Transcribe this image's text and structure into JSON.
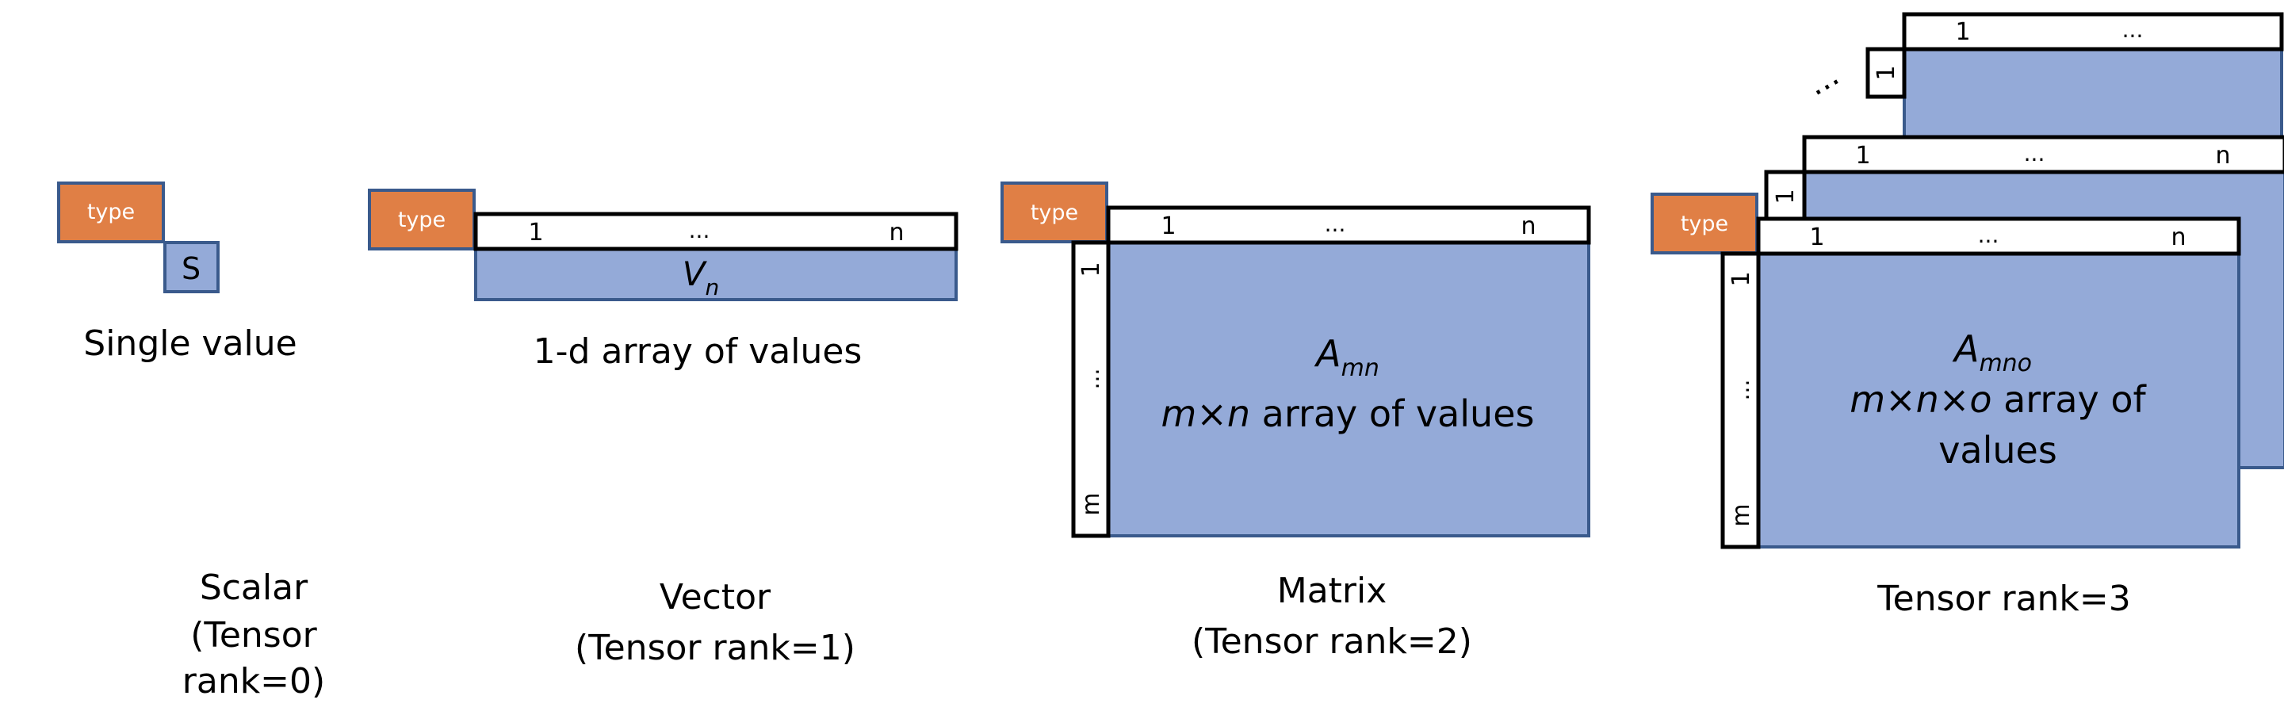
{
  "type_label": "type",
  "scalar": {
    "symbol": "S",
    "caption": "Single value",
    "title_line1": "Scalar",
    "title_line2": "(Tensor",
    "title_line3": "rank=0)"
  },
  "vector": {
    "index_first": "1",
    "index_dots": "...",
    "index_last": "n",
    "symbol_base": "V",
    "symbol_sub": "n",
    "caption": "1-d array of values",
    "title_line1": "Vector",
    "title_line2": "(Tensor rank=1)"
  },
  "matrix": {
    "col_first": "1",
    "col_dots": "...",
    "col_last": "n",
    "row_first": "1",
    "row_dots": "...",
    "row_last": "m",
    "symbol_base": "A",
    "symbol_sub": "mn",
    "desc_m": "m",
    "desc_times": "×",
    "desc_n": "n",
    "desc_rest": " array of values",
    "title_line1": "Matrix",
    "title_line2": "(Tensor rank=2)"
  },
  "tensor": {
    "col_first": "1",
    "col_dots": "...",
    "col_last": "n",
    "row_first": "1",
    "row_dots": "...",
    "row_last": "m",
    "stack_dots": "...",
    "symbol_base": "A",
    "symbol_sub": "mno",
    "desc_m": "m",
    "desc_times1": "×",
    "desc_n": "n",
    "desc_times2": "×",
    "desc_o": "o",
    "desc_rest": " array of",
    "desc_line2": "values",
    "title": "Tensor rank=3"
  },
  "colors": {
    "type_fill": "#e07f45",
    "value_fill": "#94aad8",
    "stroke": "#3a5a8c",
    "border": "#000000",
    "text": "#000000",
    "type_text": "#ffffff"
  }
}
